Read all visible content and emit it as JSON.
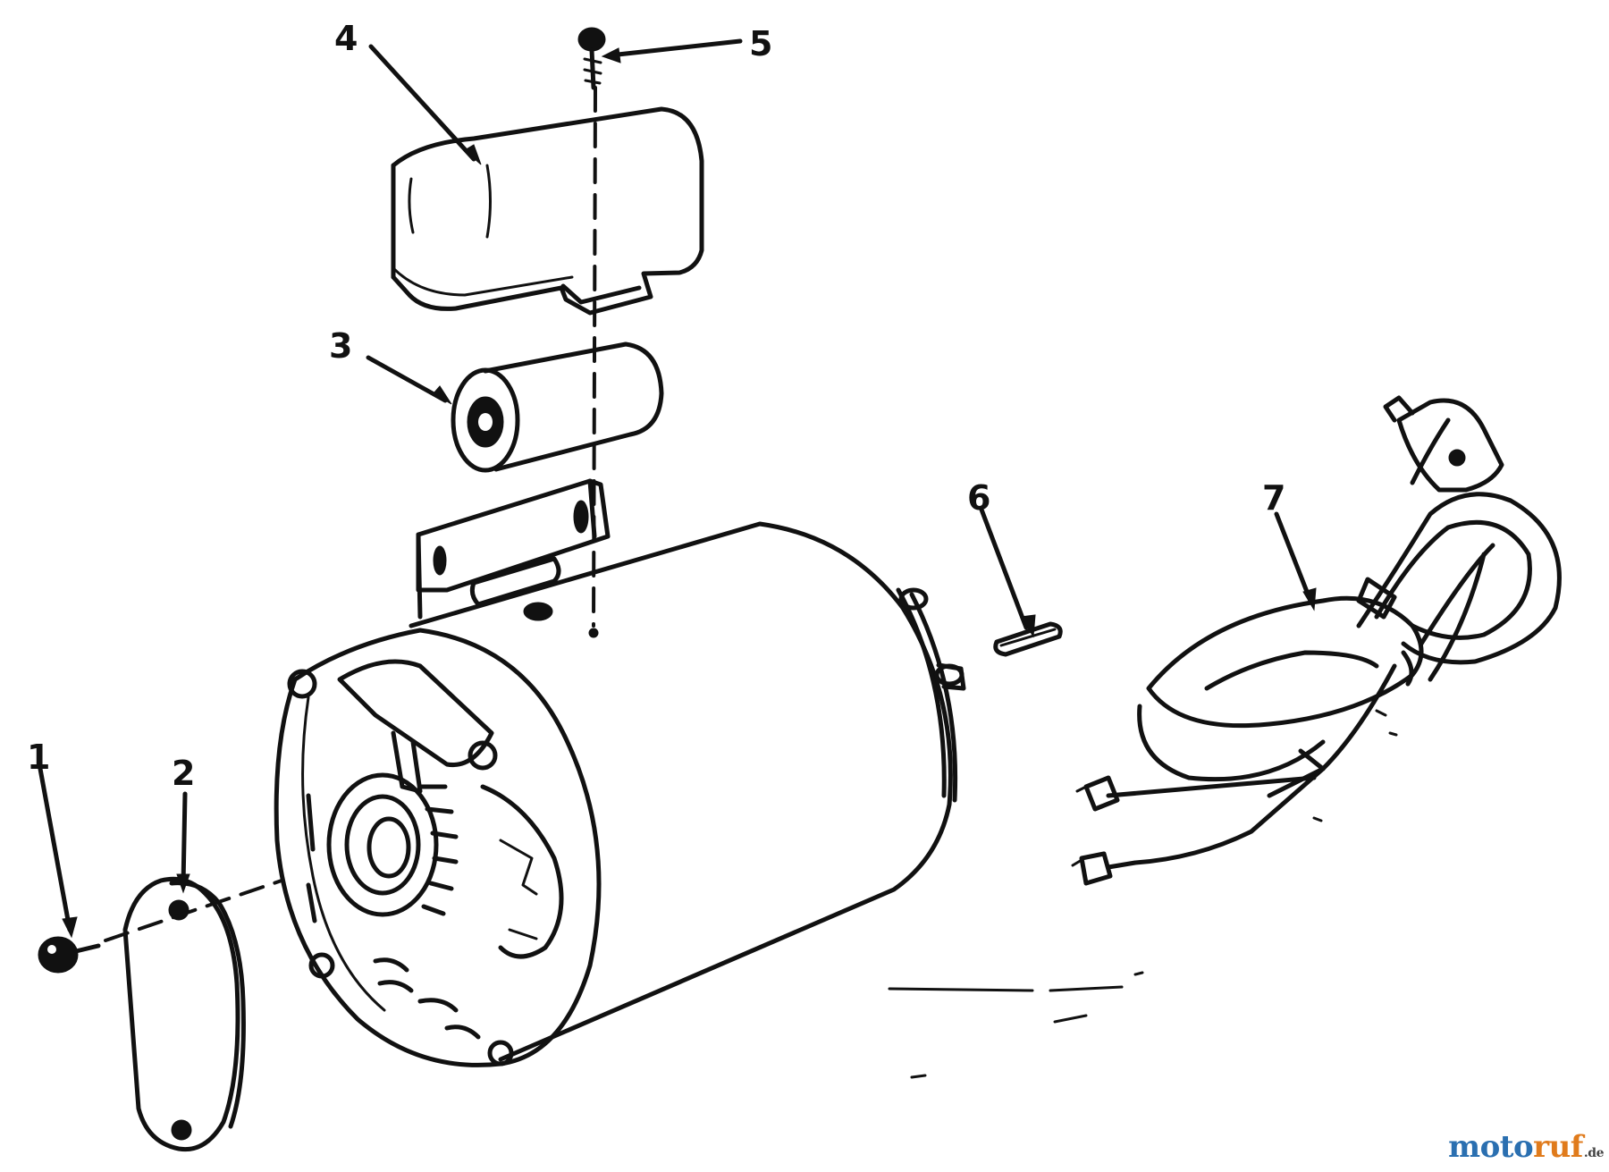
{
  "callouts": {
    "label_1": "1",
    "label_2": "2",
    "label_3": "3",
    "label_4": "4",
    "label_5": "5",
    "label_6": "6",
    "label_7": "7"
  },
  "watermark": {
    "part_a": "moto",
    "part_b": "ruf",
    "tld": ".de"
  },
  "colors": {
    "ink": "#111111",
    "watermark_blue": "#2a6fb0",
    "watermark_orange": "#e07b1c"
  }
}
